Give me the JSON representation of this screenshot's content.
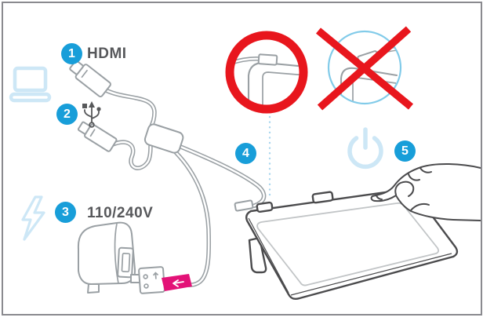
{
  "diagram": {
    "steps": [
      {
        "number": "1",
        "label": "HDMI",
        "icon": "hdmi-plug"
      },
      {
        "number": "2",
        "label": "",
        "icon": "usb-icon"
      },
      {
        "number": "3",
        "label": "110/240V",
        "icon": "power-adapter"
      },
      {
        "number": "4",
        "label": "",
        "icon": "tablet-cable-connector"
      },
      {
        "number": "5",
        "label": "",
        "icon": "power-icon"
      }
    ],
    "icons": {
      "computer": "laptop-icon",
      "power_source": "lightning-bolt-icon",
      "usb": "usb-icon",
      "power_button": "power-icon"
    },
    "markers": {
      "correct": "red-circle-highlight",
      "incorrect": "red-x-over-circle"
    },
    "colors": {
      "accent": "#189ed9",
      "accent_light": "#cde7f6",
      "accent_mid": "#82cbe9",
      "accent_soft": "#a9d6ee",
      "red": "#e8161d",
      "pink": "#e31277",
      "line": "#9aa0a4",
      "line_dark": "#4b4b4d",
      "text": "#57585b",
      "frame": "#8a8a8f"
    }
  }
}
